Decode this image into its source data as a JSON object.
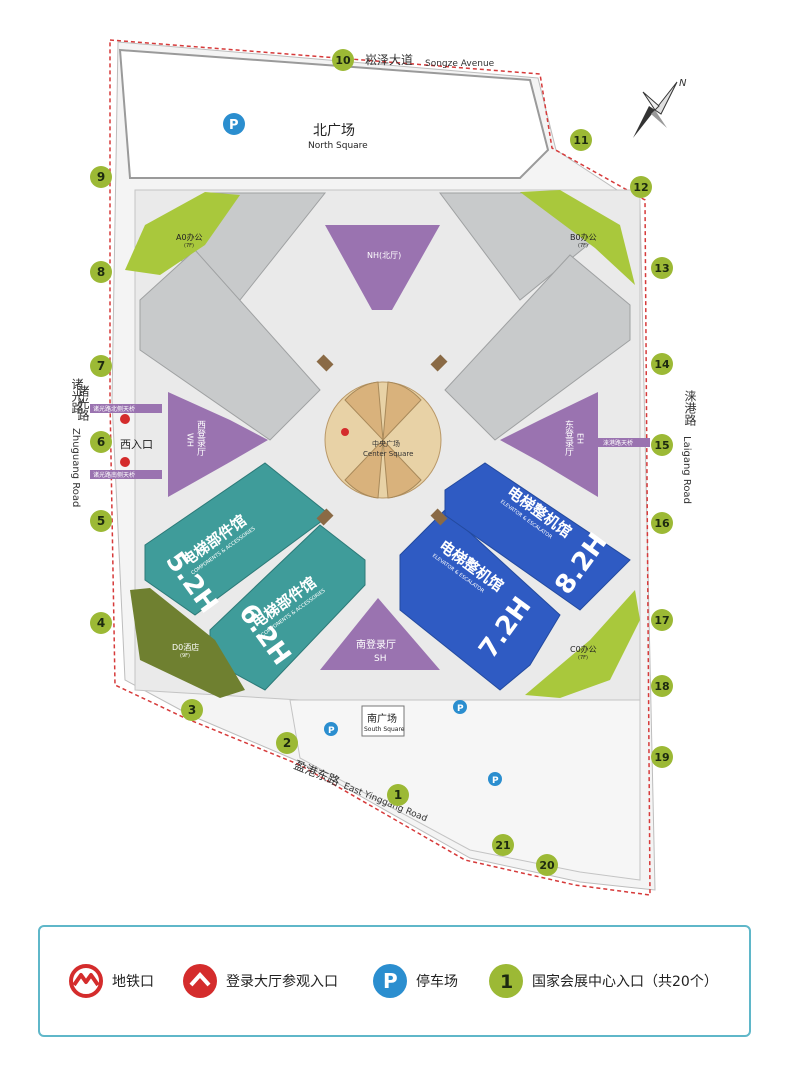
{
  "colors": {
    "hall_gray": "#c8cacb",
    "hall_teal": "#3f9c9a",
    "hall_blue": "#2f5bc3",
    "lobby_purple": "#9a73b0",
    "office_green": "#a9c83c",
    "hotel_olive": "#6f8030",
    "center_tan": "#d9b27c",
    "entrance_green": "#9cb935",
    "parking_blue": "#2b8ecf",
    "metro_red": "#d42c2c",
    "boundary_red": "#d63a3a"
  },
  "roads": {
    "north_cn": "崧泽大道",
    "north_en": "Songze Avenue",
    "west_cn": "诸光路",
    "west_en": "Zhuguang Road",
    "east_cn": "涞港路",
    "east_en": "Laigang Road",
    "south_cn": "盈港东路",
    "south_en": "East Yinggang Road"
  },
  "squares": {
    "north_cn": "北广场",
    "north_en": "North Square",
    "center_cn": "中央广场",
    "center_en": "Center Square",
    "south_cn": "南广场",
    "south_en": "South Square"
  },
  "lobbies": {
    "nh": "NH(北厅)",
    "wh_cn": "西登录厅",
    "wh_en": "WH",
    "eh_cn": "东登录厅",
    "eh_en": "EH",
    "sh_cn": "南登录厅",
    "sh_en": "SH",
    "west_entrance": "西入口"
  },
  "offices": {
    "a0": "A0办公",
    "a0_floors": "(7F)",
    "b0": "B0办公",
    "b0_floors": "(7F)",
    "c0": "C0办公",
    "c0_floors": "(7F)",
    "d0": "D0酒店",
    "d0_floors": "(9F)"
  },
  "halls": [
    {
      "code": "5.2H",
      "cn": "电梯部件馆",
      "en": "COMPONENTS & ACCESSORIES"
    },
    {
      "code": "6.2H",
      "cn": "电梯部件馆",
      "en": "COMPONENTS & ACCESSORIES"
    },
    {
      "code": "7.2H",
      "cn": "电梯整机馆",
      "en": "ELEVATOR & ESCALATOR"
    },
    {
      "code": "8.2H",
      "cn": "电梯整机馆",
      "en": "ELEVATOR & ESCALATOR"
    }
  ],
  "bridges": {
    "zhuguang_north": "诸光路北侧天桥",
    "zhuguang_south": "诸光路南侧天桥",
    "laigang": "涞港路天桥"
  },
  "parking_symbol": "P",
  "entrances": [
    "1",
    "2",
    "3",
    "4",
    "5",
    "6",
    "7",
    "8",
    "9",
    "10",
    "11",
    "12",
    "13",
    "14",
    "15",
    "16",
    "17",
    "18",
    "19",
    "20",
    "21"
  ],
  "compass": "N",
  "legend": {
    "metro": "地铁口",
    "lobby": "登录大厅参观入口",
    "parking": "停车场",
    "parking_symbol": "P",
    "entrance": "国家会展中心入口（共20个）",
    "entrance_symbol": "1"
  }
}
